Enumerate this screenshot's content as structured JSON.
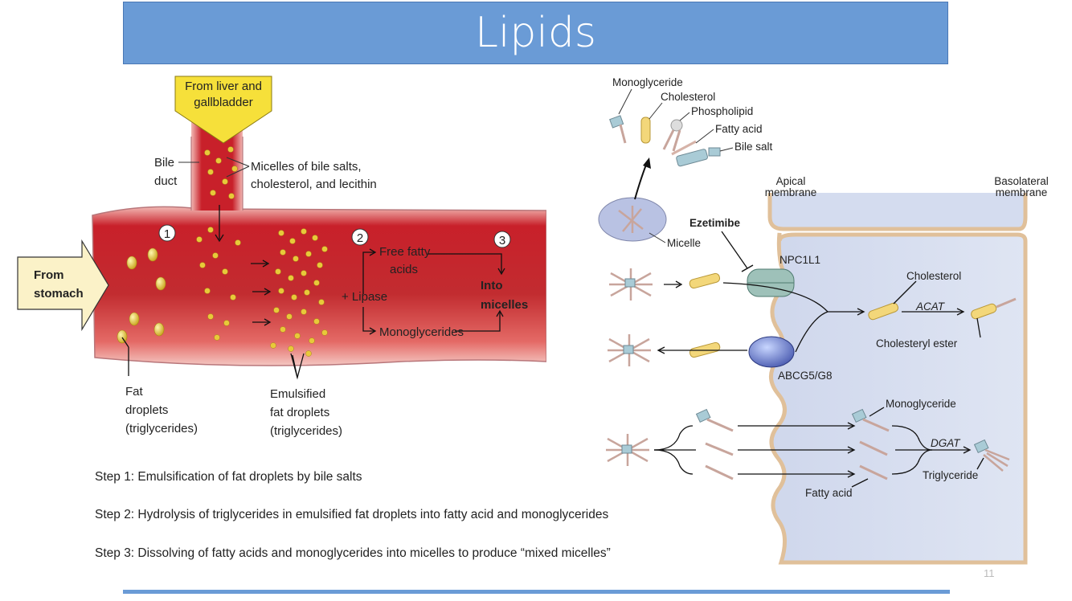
{
  "slide": {
    "title": "Lipids",
    "page_number": "11"
  },
  "left_diagram": {
    "arrow_top": [
      "From liver and",
      "gallbladder"
    ],
    "bile_duct": [
      "Bile",
      "duct"
    ],
    "micelles_label": [
      "Micelles of bile salts,",
      "cholesterol, and lecithin"
    ],
    "from_stomach": [
      "From",
      "stomach"
    ],
    "step_markers": [
      "1",
      "2",
      "3"
    ],
    "free_fatty_acids": [
      "Free fatty",
      "acids"
    ],
    "lipase": "+ Lipase",
    "monoglycerides": "Monoglycerides",
    "into_micelles": [
      "Into",
      "micelles"
    ],
    "fat_droplets": [
      "Fat",
      "droplets",
      "(triglycerides)"
    ],
    "emulsified": [
      "Emulsified",
      "fat droplets",
      "(triglycerides)"
    ],
    "steps": [
      "Step 1: Emulsification of fat droplets by bile salts",
      "Step 2: Hydrolysis of triglycerides in emulsified fat droplets into fatty acid and monoglycerides",
      "Step 3: Dissolving of fatty acids and monoglycerides into micelles to produce “mixed micelles”"
    ]
  },
  "right_diagram": {
    "legend": [
      "Monoglyceride",
      "Cholesterol",
      "Phospholipid",
      "Fatty acid",
      "Bile salt"
    ],
    "apical": [
      "Apical",
      "membrane"
    ],
    "basolateral": [
      "Basolateral",
      "membrane"
    ],
    "ezetimibe": "Ezetimibe",
    "micelle": "Micelle",
    "npc1l1": "NPC1L1",
    "abcg5": "ABCG5/G8",
    "cholesterol": "Cholesterol",
    "acat": "ACAT",
    "cholesteryl_ester": "Cholesteryl ester",
    "monoglyceride": "Monoglyceride",
    "dgat": "DGAT",
    "triglyceride": "Triglyceride",
    "fatty_acid": "Fatty acid"
  },
  "colors": {
    "title_bar": "#6a9bd6",
    "intestine": "#c8202a",
    "cell": "#d7def0",
    "droplet": "#e8c93a"
  }
}
